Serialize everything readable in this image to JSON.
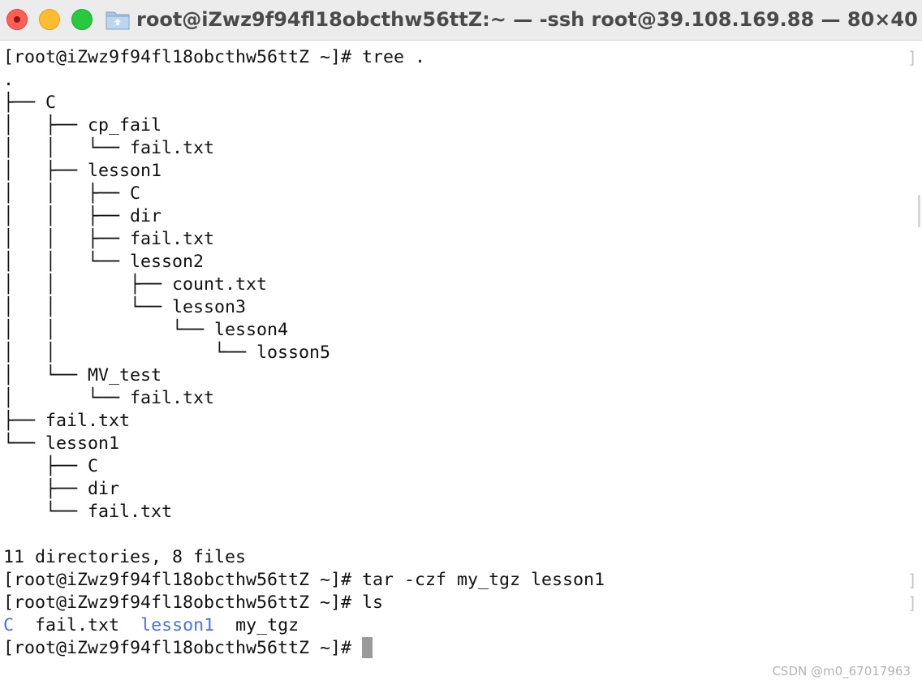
{
  "window": {
    "title": "root@iZwz9f94fl18obcthw56ttZ:~ — -ssh root@39.108.169.88 — 80×40",
    "colors": {
      "close": "#ff5f57",
      "minimize": "#febc2e",
      "zoom": "#28c840",
      "directory": "#4a72e6"
    }
  },
  "terminal": {
    "prompt": "[root@iZwz9f94fl18obcthw56ttZ ~]# ",
    "lines": [
      {
        "text": "[root@iZwz9f94fl18obcthw56ttZ ~]# tree ."
      },
      {
        "text": "."
      },
      {
        "text": "├── C"
      },
      {
        "text": "│   ├── cp_fail"
      },
      {
        "text": "│   │   └── fail.txt"
      },
      {
        "text": "│   ├── lesson1"
      },
      {
        "text": "│   │   ├── C"
      },
      {
        "text": "│   │   ├── dir"
      },
      {
        "text": "│   │   ├── fail.txt"
      },
      {
        "text": "│   │   └── lesson2"
      },
      {
        "text": "│   │       ├── count.txt"
      },
      {
        "text": "│   │       └── lesson3"
      },
      {
        "text": "│   │           └── lesson4"
      },
      {
        "text": "│   │               └── losson5"
      },
      {
        "text": "│   └── MV_test"
      },
      {
        "text": "│       └── fail.txt"
      },
      {
        "text": "├── fail.txt"
      },
      {
        "text": "└── lesson1"
      },
      {
        "text": "    ├── C"
      },
      {
        "text": "    ├── dir"
      },
      {
        "text": "    └── fail.txt"
      },
      {
        "text": ""
      },
      {
        "text": "11 directories, 8 files"
      },
      {
        "text": "[root@iZwz9f94fl18obcthw56ttZ ~]# tar -czf my_tgz lesson1"
      },
      {
        "text": "[root@iZwz9f94fl18obcthw56ttZ ~]# ls"
      }
    ],
    "ls_output": {
      "item1": "C",
      "item2": "fail.txt",
      "item3": "lesson1",
      "item4": "my_tgz"
    },
    "prompt_marker": "]"
  },
  "watermark": "CSDN @m0_67017963"
}
